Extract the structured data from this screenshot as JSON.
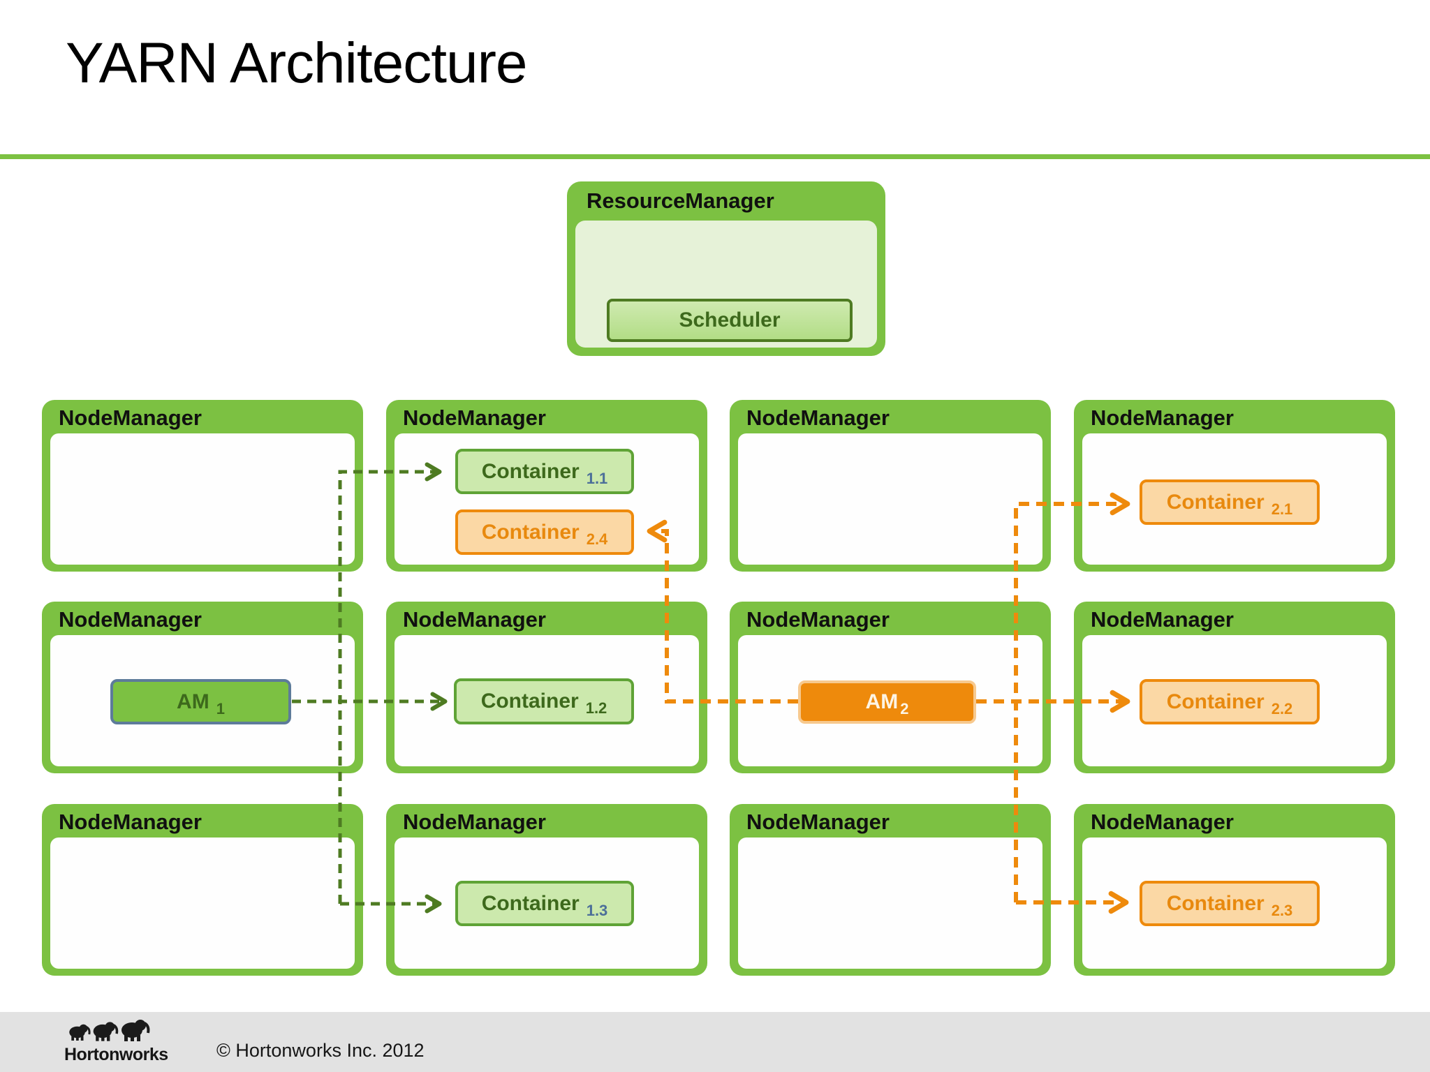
{
  "title": "YARN Architecture",
  "labels": {
    "node_manager": "NodeManager",
    "resource_manager": "ResourceManager",
    "scheduler": "Scheduler"
  },
  "boxes": {
    "c11": {
      "label": "Container",
      "sub": "1.1"
    },
    "c24": {
      "label": "Container",
      "sub": "2.4"
    },
    "c21": {
      "label": "Container",
      "sub": "2.1"
    },
    "am1": {
      "label": "AM",
      "sub": "1"
    },
    "c12": {
      "label": "Container",
      "sub": "1.2"
    },
    "am2": {
      "label": "AM",
      "sub": "2"
    },
    "c22": {
      "label": "Container",
      "sub": "2.2"
    },
    "c13": {
      "label": "Container",
      "sub": "1.3"
    },
    "c23": {
      "label": "Container",
      "sub": "2.3"
    }
  },
  "footer": {
    "logo_text": "Hortonworks",
    "copyright": "© Hortonworks Inc. 2012"
  },
  "colors": {
    "brand_green": "#7cc142",
    "dark_green_line": "#4e7b22",
    "container_green_fill": "#cce9ad",
    "container_green_border": "#5fa336",
    "container_green_text": "#3d691c",
    "subscript_blue": "#4c6f99",
    "orange": "#ee8a0c",
    "container_orange_fill": "#fbd8a5",
    "am1_border_blue": "#5d7b9a",
    "rm_body_green": "#e6f2d8",
    "footer_gray": "#e2e2e2"
  }
}
